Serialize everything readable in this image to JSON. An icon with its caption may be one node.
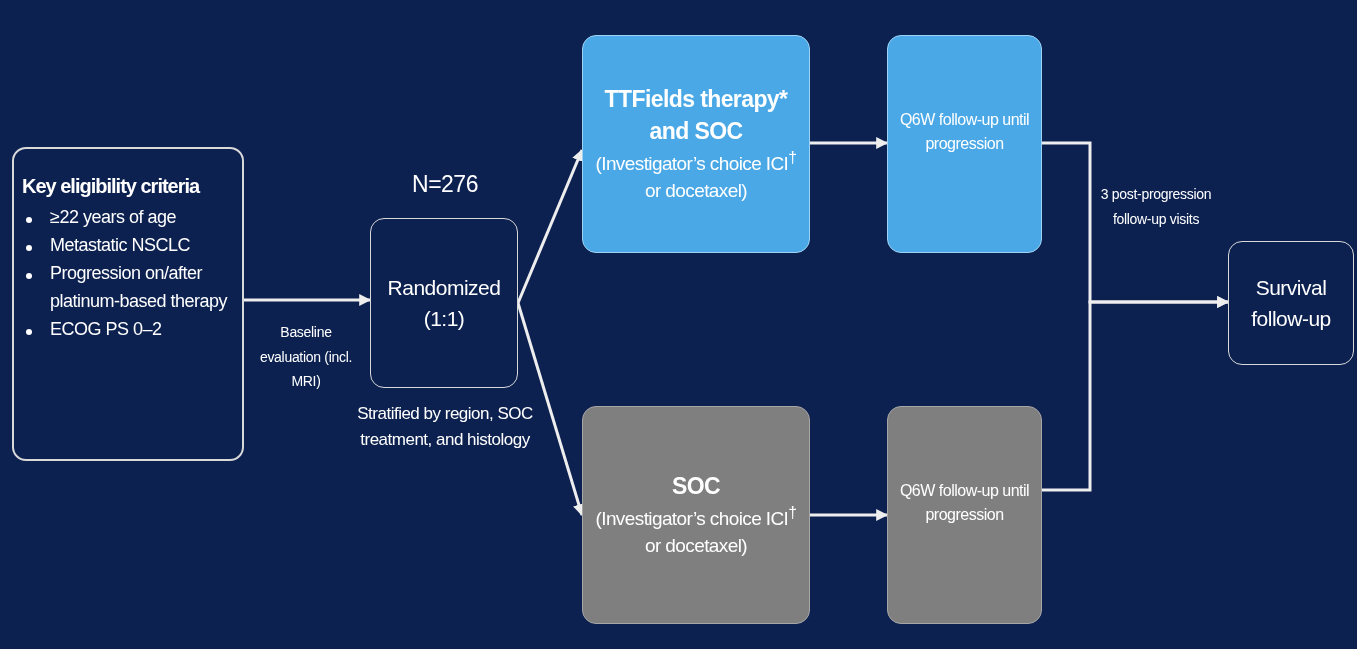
{
  "diagram": {
    "nodes": [
      {
        "text": [
          "Key eligibility criteria",
          "≥22 years of age",
          "Metastatic NSCLC",
          "Progression on/after platinum-based therapy",
          "ECOG PS 0–2"
        ]
      },
      {
        "text": [
          "Randomized (1:1)"
        ],
        "beside": [
          "N=276",
          "Stratified by region, SOC treatment, and histology"
        ]
      },
      {
        "text": [
          "TTFields therapy* and SOC",
          "(Investigator’s choice ICI$^{†}$ or docetaxel)"
        ]
      },
      {
        "text": [
          "Q6W follow-up until progression"
        ]
      },
      {
        "text": [
          "SOC",
          "(Investigator’s choice ICI$^{†}$ or docetaxel)"
        ]
      },
      {
        "text": [
          "Q6W follow-up until progression"
        ]
      },
      {
        "text": [
          "Survival follow-up"
        ]
      }
    ],
    "edges": [
      {
        "from": 0,
        "to": 1,
        "arrow": "to",
        "label": "Baseline evaluation (incl. MRI)"
      },
      {
        "from": 1,
        "to": 2,
        "arrow": "to"
      },
      {
        "from": 1,
        "to": 4,
        "arrow": "to"
      },
      {
        "from": 2,
        "to": 3,
        "arrow": "to"
      },
      {
        "from": 4,
        "to": 5,
        "arrow": "to"
      },
      {
        "from": 3,
        "to": 6,
        "arrow": "to",
        "label": "3 post-progression follow-up visits"
      },
      {
        "from": 5,
        "to": 6,
        "arrow": "to"
      }
    ]
  }
}
